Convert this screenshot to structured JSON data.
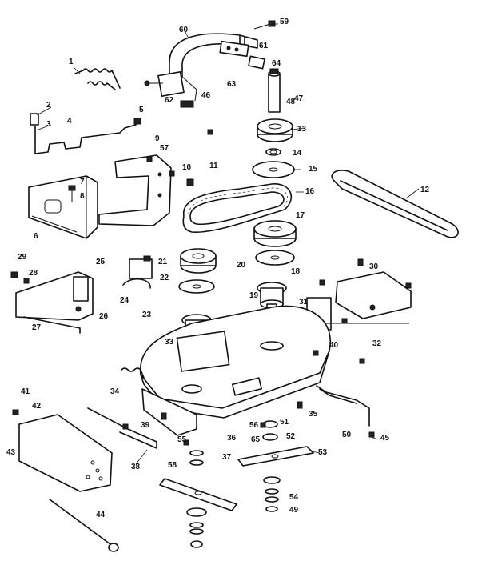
{
  "diagram": {
    "part_numbers": [
      "1",
      "2",
      "3",
      "4",
      "5",
      "6",
      "7",
      "8",
      "9",
      "10",
      "11",
      "12",
      "13",
      "14",
      "15",
      "16",
      "17",
      "18",
      "19",
      "20",
      "21",
      "22",
      "23",
      "24",
      "25",
      "26",
      "27",
      "28",
      "29",
      "30",
      "31",
      "32",
      "33",
      "34",
      "35",
      "36",
      "37",
      "38",
      "39",
      "40",
      "41",
      "42",
      "43",
      "44",
      "45",
      "46",
      "47",
      "48",
      "49",
      "50",
      "51",
      "52",
      "53",
      "54",
      "55",
      "56",
      "57",
      "58",
      "59",
      "60",
      "61",
      "62",
      "63",
      "64",
      "65"
    ]
  },
  "callouts": [
    {
      "id": "c-1",
      "label": "1"
    },
    {
      "id": "c-2",
      "label": "2"
    },
    {
      "id": "c-3",
      "label": "3"
    },
    {
      "id": "c-4",
      "label": "4"
    },
    {
      "id": "c-5",
      "label": "5"
    },
    {
      "id": "c-6",
      "label": "6"
    },
    {
      "id": "c-7",
      "label": "7"
    },
    {
      "id": "c-8",
      "label": "8"
    },
    {
      "id": "c-9",
      "label": "9"
    },
    {
      "id": "c-10",
      "label": "10"
    },
    {
      "id": "c-11",
      "label": "11"
    },
    {
      "id": "c-12",
      "label": "12"
    },
    {
      "id": "c-13",
      "label": "13"
    },
    {
      "id": "c-14",
      "label": "14"
    },
    {
      "id": "c-15",
      "label": "15"
    },
    {
      "id": "c-16",
      "label": "16"
    },
    {
      "id": "c-17",
      "label": "17"
    },
    {
      "id": "c-18",
      "label": "18"
    },
    {
      "id": "c-19",
      "label": "19"
    },
    {
      "id": "c-20",
      "label": "20"
    },
    {
      "id": "c-21",
      "label": "21"
    },
    {
      "id": "c-22",
      "label": "22"
    },
    {
      "id": "c-23",
      "label": "23"
    },
    {
      "id": "c-24",
      "label": "24"
    },
    {
      "id": "c-25",
      "label": "25"
    },
    {
      "id": "c-26",
      "label": "26"
    },
    {
      "id": "c-27",
      "label": "27"
    },
    {
      "id": "c-28",
      "label": "28"
    },
    {
      "id": "c-29",
      "label": "29"
    },
    {
      "id": "c-30",
      "label": "30"
    },
    {
      "id": "c-31",
      "label": "31"
    },
    {
      "id": "c-32",
      "label": "32"
    },
    {
      "id": "c-33",
      "label": "33"
    },
    {
      "id": "c-34",
      "label": "34"
    },
    {
      "id": "c-35",
      "label": "35"
    },
    {
      "id": "c-36",
      "label": "36"
    },
    {
      "id": "c-37",
      "label": "37"
    },
    {
      "id": "c-38",
      "label": "38"
    },
    {
      "id": "c-39",
      "label": "39"
    },
    {
      "id": "c-40",
      "label": "40"
    },
    {
      "id": "c-41",
      "label": "41"
    },
    {
      "id": "c-42",
      "label": "42"
    },
    {
      "id": "c-43",
      "label": "43"
    },
    {
      "id": "c-44",
      "label": "44"
    },
    {
      "id": "c-45",
      "label": "45"
    },
    {
      "id": "c-46",
      "label": "46"
    },
    {
      "id": "c-47",
      "label": "47"
    },
    {
      "id": "c-48",
      "label": "48"
    },
    {
      "id": "c-49",
      "label": "49"
    },
    {
      "id": "c-50",
      "label": "50"
    },
    {
      "id": "c-51",
      "label": "51"
    },
    {
      "id": "c-52",
      "label": "52"
    },
    {
      "id": "c-53",
      "label": "53"
    },
    {
      "id": "c-54",
      "label": "54"
    },
    {
      "id": "c-55",
      "label": "55"
    },
    {
      "id": "c-56",
      "label": "56"
    },
    {
      "id": "c-57",
      "label": "57"
    },
    {
      "id": "c-58",
      "label": "58"
    },
    {
      "id": "c-59",
      "label": "59"
    },
    {
      "id": "c-60",
      "label": "60"
    },
    {
      "id": "c-61",
      "label": "61"
    },
    {
      "id": "c-62",
      "label": "62"
    },
    {
      "id": "c-63",
      "label": "63"
    },
    {
      "id": "c-64",
      "label": "64"
    },
    {
      "id": "c-65",
      "label": "65"
    }
  ]
}
